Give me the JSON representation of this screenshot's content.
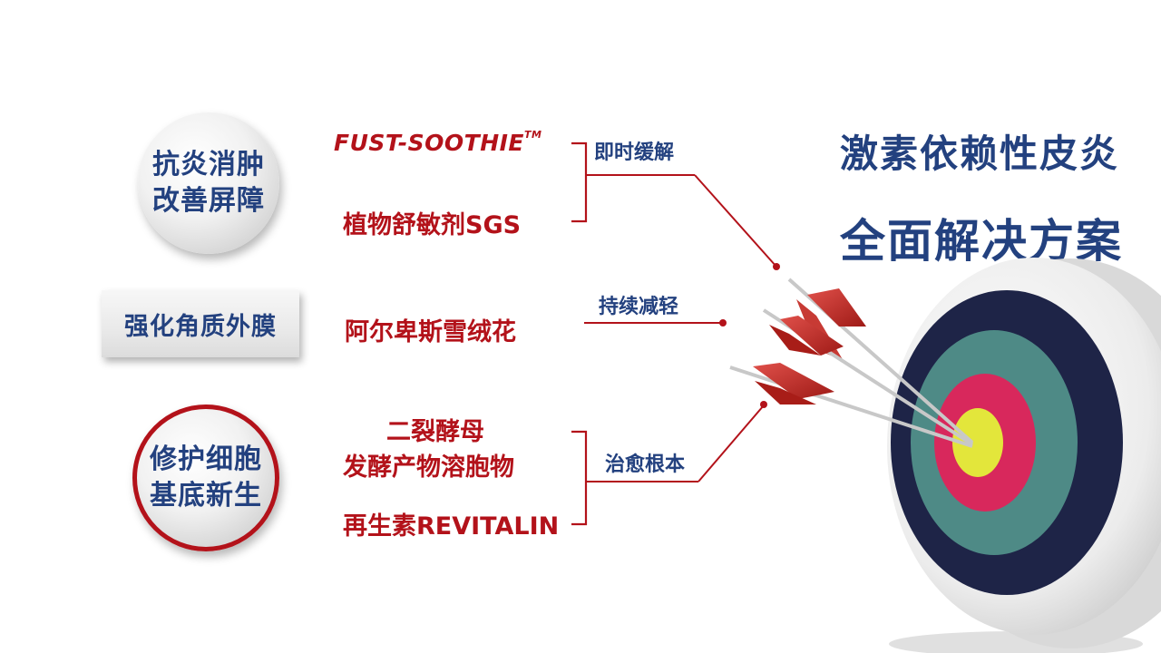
{
  "circle_1": {
    "line1": "抗炎消肿",
    "line2": "改善屏障"
  },
  "box_2": {
    "label": "强化角质外膜"
  },
  "circle_3": {
    "line1": "修护细胞",
    "line2": "基底新生"
  },
  "ingredients": {
    "fust_soothie": "FUST-SOOTHIE",
    "fust_soothie_tm": "TM",
    "sgs": "植物舒敏剂SGS",
    "edelweiss": "阿尔卑斯雪绒花",
    "bifida_line1": "二裂酵母",
    "bifida_line2": "发酵产物溶胞物",
    "revitalin": "再生素REVITALIN"
  },
  "effects": {
    "e1": "即时缓解",
    "e2": "持续减轻",
    "e3": "治愈根本"
  },
  "headline": {
    "line1": "激素依赖性皮炎",
    "line2": "全面解决方案"
  },
  "colors": {
    "navy": "#23417f",
    "red": "#b3121a"
  }
}
